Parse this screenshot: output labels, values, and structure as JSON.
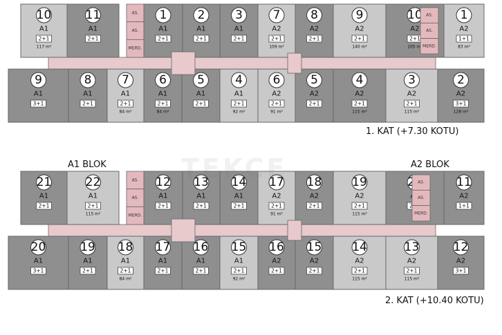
{
  "colors": {
    "dark": "#8f8f8f",
    "light": "#c9c9c9",
    "corridor": "#e8c9cc",
    "core": "#e4b9bd",
    "line": "#666666"
  },
  "watermark": "TEKCE",
  "floors": [
    {
      "title": "1. KAT (+7.30 KOTU)",
      "block_labels": [],
      "core_labels": [
        [
          "AS.",
          "AS.",
          "MERD."
        ],
        [
          "AS.",
          "AS.",
          "MERD."
        ]
      ],
      "top_units": [
        {
          "num": "10",
          "blk": "A1",
          "type": "2+1",
          "area": "117 m²",
          "tone": "light"
        },
        {
          "num": "11",
          "blk": "A1",
          "type": "2+1",
          "area": "",
          "tone": "dark"
        },
        {
          "num": "1",
          "blk": "A1",
          "type": "2+1",
          "area": "",
          "tone": "dark"
        },
        {
          "num": "2",
          "blk": "A1",
          "type": "2+1",
          "area": "",
          "tone": "dark"
        },
        {
          "num": "3",
          "blk": "A1",
          "type": "2+1",
          "area": "",
          "tone": "dark"
        },
        {
          "num": "7",
          "blk": "A2",
          "type": "2+1",
          "area": "109 m²",
          "tone": "light"
        },
        {
          "num": "8",
          "blk": "A2",
          "type": "2+1",
          "area": "",
          "tone": "dark"
        },
        {
          "num": "9",
          "blk": "A2",
          "type": "2+1",
          "area": "140 m²",
          "tone": "light"
        },
        {
          "num": "10",
          "blk": "A2",
          "type": "2+1",
          "area": "105 m²",
          "tone": "dark"
        },
        {
          "num": "1",
          "blk": "A2",
          "type": "1+1",
          "area": "83 m²",
          "tone": "light"
        }
      ],
      "bottom_units": [
        {
          "num": "9",
          "blk": "A1",
          "type": "3+1",
          "area": "",
          "tone": "dark"
        },
        {
          "num": "8",
          "blk": "A1",
          "type": "2+1",
          "area": "",
          "tone": "dark"
        },
        {
          "num": "7",
          "blk": "A1",
          "type": "2+1",
          "area": "84 m²",
          "tone": "light"
        },
        {
          "num": "6",
          "blk": "A1",
          "type": "2+1",
          "area": "84 m²",
          "tone": "dark"
        },
        {
          "num": "5",
          "blk": "A1",
          "type": "2+1",
          "area": "",
          "tone": "dark"
        },
        {
          "num": "4",
          "blk": "A1",
          "type": "2+1",
          "area": "92 m²",
          "tone": "light"
        },
        {
          "num": "6",
          "blk": "A2",
          "type": "2+1",
          "area": "91 m²",
          "tone": "light"
        },
        {
          "num": "5",
          "blk": "A2",
          "type": "2+1",
          "area": "",
          "tone": "dark"
        },
        {
          "num": "4",
          "blk": "A2",
          "type": "2+1",
          "area": "115 m²",
          "tone": "dark"
        },
        {
          "num": "3",
          "blk": "A2",
          "type": "2+1",
          "area": "115 m²",
          "tone": "light"
        },
        {
          "num": "2",
          "blk": "A2",
          "type": "3+1",
          "area": "128 m²",
          "tone": "dark"
        }
      ]
    },
    {
      "title": "2. KAT (+10.40 KOTU)",
      "block_labels": [
        "A1 BLOK",
        "A2 BLOK"
      ],
      "core_labels": [
        [
          "AS.",
          "AS.",
          "MERD."
        ],
        [
          "AS.",
          "AS.",
          "MERD."
        ]
      ],
      "top_units": [
        {
          "num": "21",
          "blk": "A1",
          "type": "2+1",
          "area": "",
          "tone": "dark"
        },
        {
          "num": "22",
          "blk": "A1",
          "type": "2+1",
          "area": "115 m²",
          "tone": "light"
        },
        {
          "num": "12",
          "blk": "A1",
          "type": "2+1",
          "area": "",
          "tone": "dark"
        },
        {
          "num": "13",
          "blk": "A1",
          "type": "2+1",
          "area": "",
          "tone": "dark"
        },
        {
          "num": "14",
          "blk": "A1",
          "type": "2+1",
          "area": "",
          "tone": "dark"
        },
        {
          "num": "17",
          "blk": "A2",
          "type": "2+1",
          "area": "91 m²",
          "tone": "light"
        },
        {
          "num": "18",
          "blk": "A2",
          "type": "2+1",
          "area": "",
          "tone": "dark"
        },
        {
          "num": "19",
          "blk": "A2",
          "type": "2+1",
          "area": "115 m²",
          "tone": "light"
        },
        {
          "num": "20",
          "blk": "A2",
          "type": "2+1",
          "area": "",
          "tone": "dark"
        },
        {
          "num": "11",
          "blk": "A2",
          "type": "1+1",
          "area": "",
          "tone": "dark"
        }
      ],
      "bottom_units": [
        {
          "num": "20",
          "blk": "A1",
          "type": "3+1",
          "area": "",
          "tone": "dark"
        },
        {
          "num": "19",
          "blk": "A1",
          "type": "2+1",
          "area": "",
          "tone": "dark"
        },
        {
          "num": "18",
          "blk": "A1",
          "type": "2+1",
          "area": "84 m²",
          "tone": "light"
        },
        {
          "num": "17",
          "blk": "A1",
          "type": "2+1",
          "area": "",
          "tone": "dark"
        },
        {
          "num": "16",
          "blk": "A1",
          "type": "2+1",
          "area": "",
          "tone": "dark"
        },
        {
          "num": "15",
          "blk": "A1",
          "type": "2+1",
          "area": "92 m²",
          "tone": "light"
        },
        {
          "num": "16",
          "blk": "A2",
          "type": "2+1",
          "area": "",
          "tone": "dark"
        },
        {
          "num": "15",
          "blk": "A2",
          "type": "2+1",
          "area": "",
          "tone": "dark"
        },
        {
          "num": "14",
          "blk": "A2",
          "type": "2+1",
          "area": "115 m²",
          "tone": "light"
        },
        {
          "num": "13",
          "blk": "A2",
          "type": "2+1",
          "area": "115 m²",
          "tone": "light"
        },
        {
          "num": "12",
          "blk": "A2",
          "type": "3+1",
          "area": "",
          "tone": "dark"
        }
      ]
    }
  ]
}
